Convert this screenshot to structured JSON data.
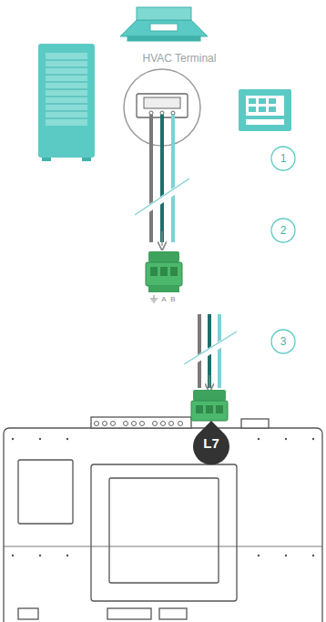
{
  "diagram": {
    "labels": [
      "HVAC Terminal",
      "1",
      "2",
      "3",
      "A",
      "B",
      "L7"
    ]
  }
}
